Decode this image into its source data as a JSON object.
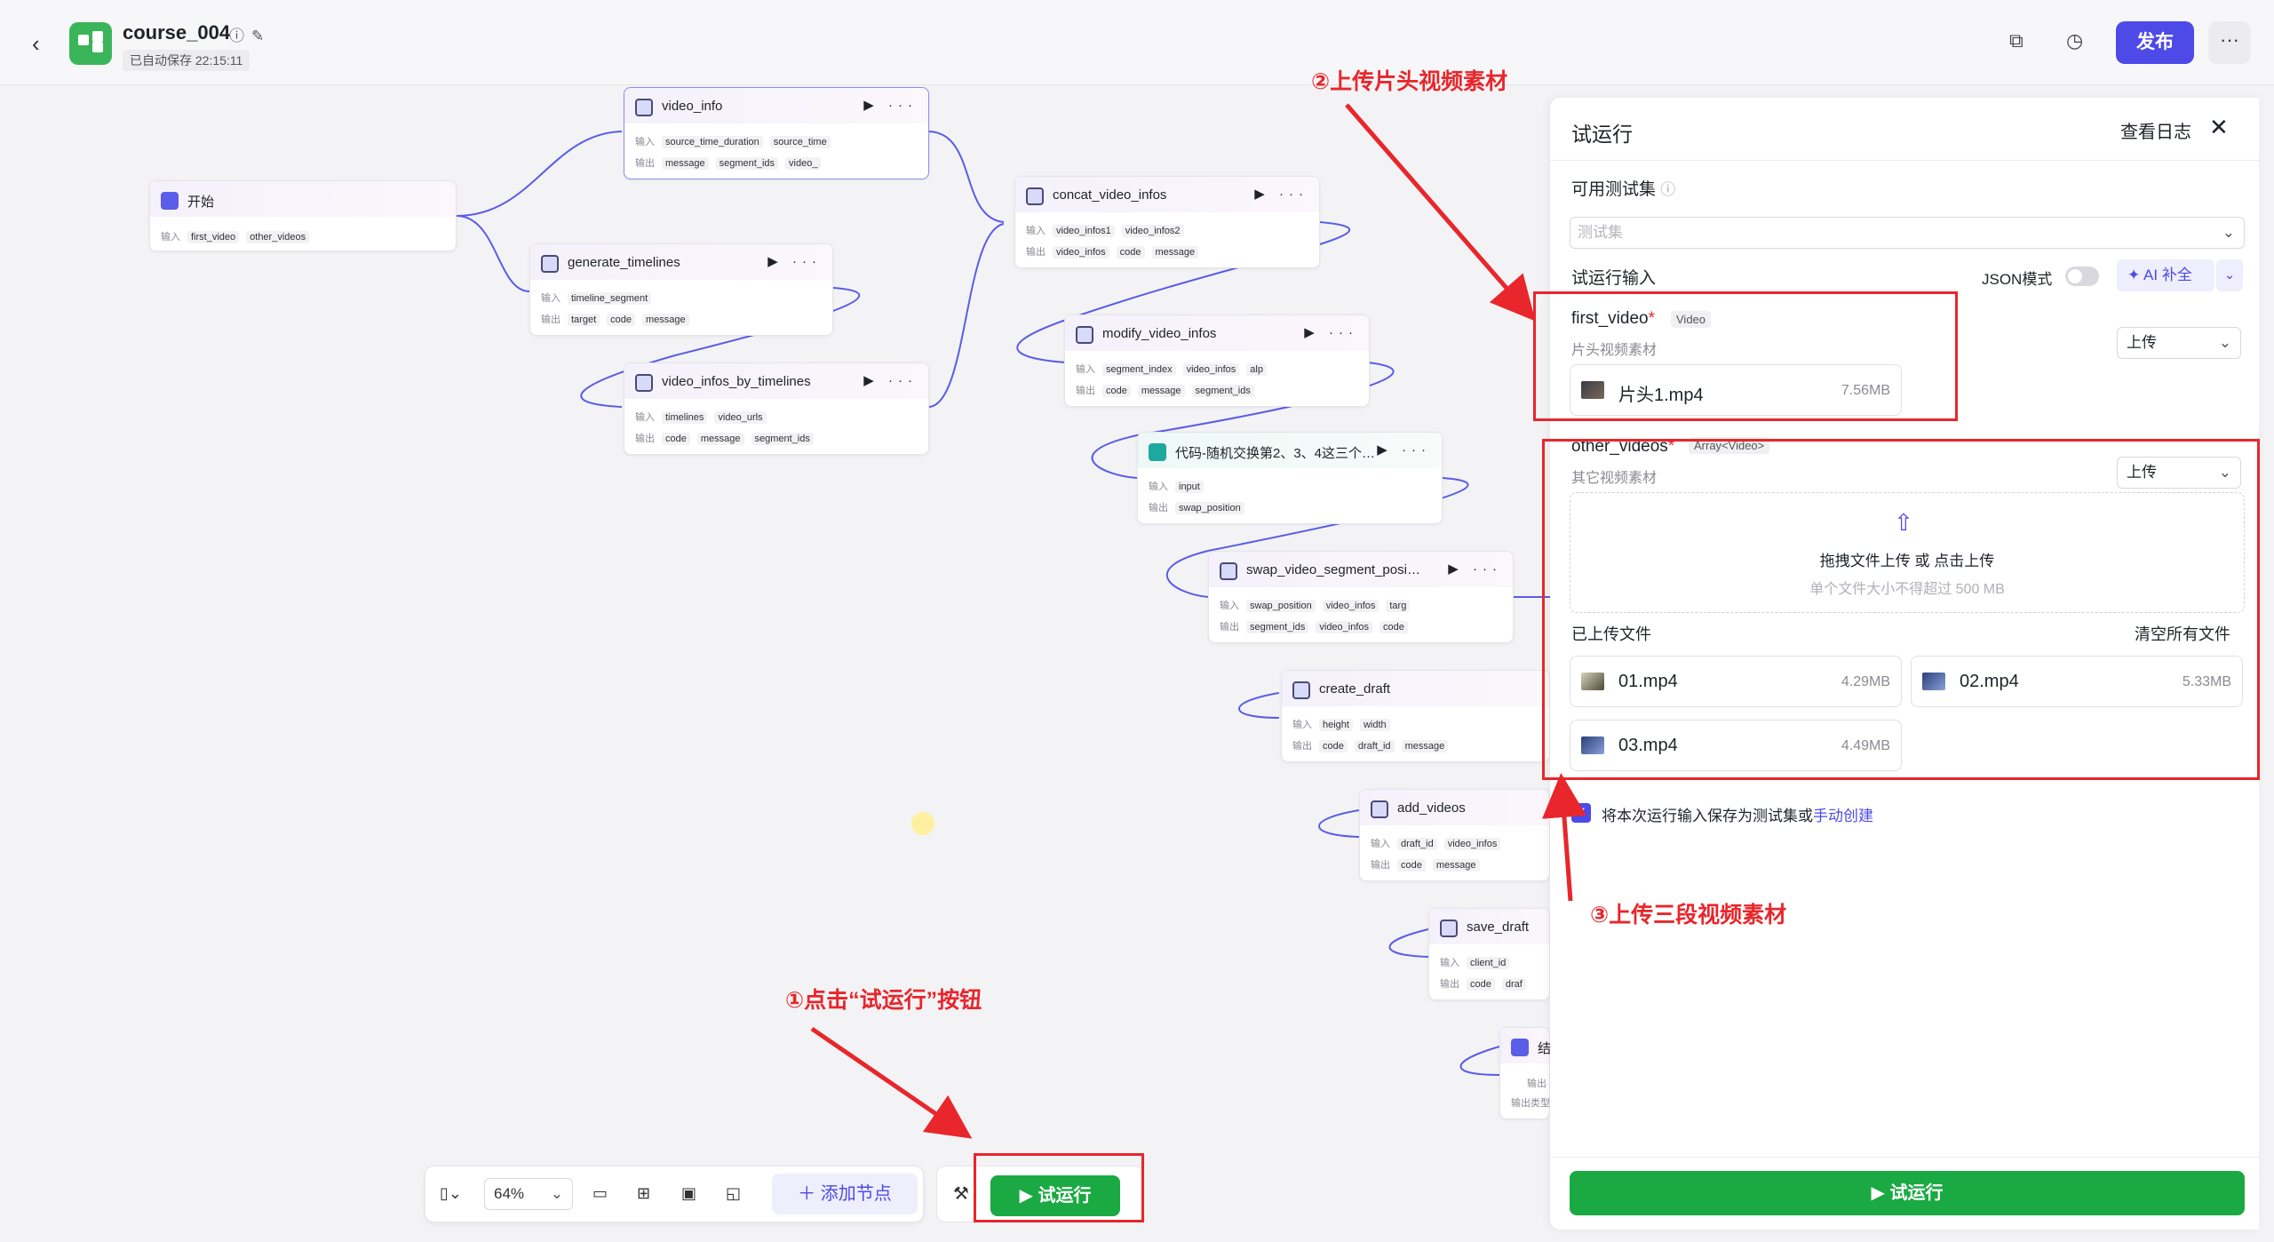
{
  "header": {
    "title": "course_004",
    "autosave": "已自动保存 22:15:11",
    "publish_label": "发布",
    "more_label": "···"
  },
  "nodes": {
    "start": {
      "title": "开始",
      "in_label": "输入",
      "in1": "first_video",
      "in2": "other_videos"
    },
    "video_info": {
      "title": "video_info",
      "in_label": "输入",
      "out_label": "输出",
      "in1": "source_time_duration",
      "in2": "source_time",
      "out1": "message",
      "out2": "segment_ids",
      "out3": "video_"
    },
    "generate_timelines": {
      "title": "generate_timelines",
      "in_label": "输入",
      "out_label": "输出",
      "in1": "timeline_segment",
      "out1": "target",
      "out2": "code",
      "out3": "message"
    },
    "video_infos_by_timelines": {
      "title": "video_infos_by_timelines",
      "in_label": "输入",
      "out_label": "输出",
      "in1": "timelines",
      "in2": "video_urls",
      "out1": "code",
      "out2": "message",
      "out3": "segment_ids"
    },
    "concat_video_infos": {
      "title": "concat_video_infos",
      "in_label": "输入",
      "out_label": "输出",
      "in1": "video_infos1",
      "in2": "video_infos2",
      "out1": "video_infos",
      "out2": "code",
      "out3": "message"
    },
    "modify_video_infos": {
      "title": "modify_video_infos",
      "in_label": "输入",
      "out_label": "输出",
      "in1": "segment_index",
      "in2": "video_infos",
      "in3": "alp",
      "out1": "code",
      "out2": "message",
      "out3": "segment_ids"
    },
    "code_node": {
      "title": "代码-随机交换第2、3、4这三个…",
      "in_label": "输入",
      "out_label": "输出",
      "in1": "input",
      "out1": "swap_position"
    },
    "swap": {
      "title": "swap_video_segment_posi…",
      "in_label": "输入",
      "out_label": "输出",
      "in1": "swap_position",
      "in2": "video_infos",
      "in3": "targ",
      "out1": "segment_ids",
      "out2": "video_infos",
      "out3": "code"
    },
    "create_draft": {
      "title": "create_draft",
      "in_label": "输入",
      "out_label": "输出",
      "in1": "height",
      "in2": "width",
      "out1": "code",
      "out2": "draft_id",
      "out3": "message"
    },
    "add_videos": {
      "title": "add_videos",
      "in_label": "输入",
      "out_label": "输出",
      "in1": "draft_id",
      "in2": "video_infos",
      "out1": "code",
      "out2": "message"
    },
    "save_draft": {
      "title": "save_draft",
      "in_label": "输入",
      "out_label": "输出",
      "in1": "client_id",
      "out1": "code",
      "out2": "draf"
    },
    "end": {
      "title": "结",
      "line1": "输出",
      "line2": "输出类型"
    }
  },
  "annotations": {
    "step1": "①点击“试运行”按钮",
    "step2": "②上传片头视频素材",
    "step3": "③上传三段视频素材"
  },
  "toolbar": {
    "zoom": "64%",
    "add_node": "添加节点",
    "run": "试运行"
  },
  "panel": {
    "title": "试运行",
    "view_log": "查看日志",
    "testset_label": "可用测试集",
    "testset_placeholder": "测试集",
    "run_input_label": "试运行输入",
    "json_mode": "JSON模式",
    "ai_fill": "AI 补全",
    "first_video": {
      "name": "first_video",
      "type": "Video",
      "desc": "片头视频素材",
      "mode": "上传",
      "file": {
        "name": "片头1.mp4",
        "size": "7.56MB"
      }
    },
    "other_videos": {
      "name": "other_videos",
      "type": "Array<Video>",
      "desc": "其它视频素材",
      "mode": "上传",
      "drop_main": "拖拽文件上传 或 点击上传",
      "drop_sub": "单个文件大小不得超过 500 MB",
      "uploaded_label": "已上传文件",
      "clear_all": "清空所有文件",
      "files": [
        {
          "name": "01.mp4",
          "size": "4.29MB"
        },
        {
          "name": "02.mp4",
          "size": "5.33MB"
        },
        {
          "name": "03.mp4",
          "size": "4.49MB"
        }
      ]
    },
    "save_text": "将本次运行输入保存为测试集或",
    "save_link": "手动创建",
    "run_button": "试运行"
  }
}
